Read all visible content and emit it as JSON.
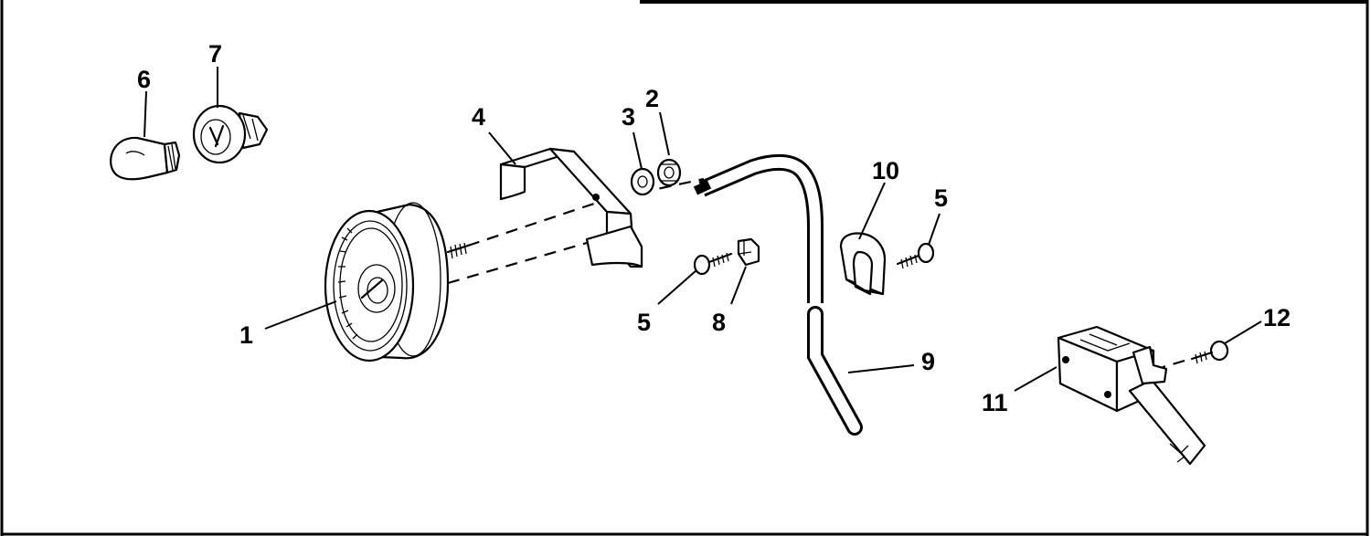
{
  "callouts": {
    "c1": "1",
    "c2": "2",
    "c3": "3",
    "c4": "4",
    "c5a": "5",
    "c5b": "5",
    "c6": "6",
    "c7": "7",
    "c8": "8",
    "c9": "9",
    "c10": "10",
    "c11": "11",
    "c12": "12"
  },
  "colors": {
    "ink": "#000000",
    "paper": "#ffffff"
  }
}
